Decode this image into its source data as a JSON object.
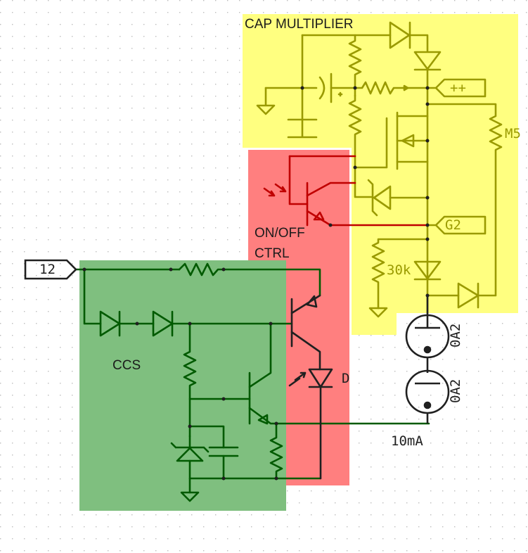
{
  "colors": {
    "background": "#ffffff",
    "grid_dot": "#bdbdbd",
    "cap_region": "#ffff80",
    "ctrl_region": "#ff7f7f",
    "ccs_region": "#7fbf7f",
    "wire_cap": "#9a9a00",
    "wire_ctrl": "#c00000",
    "wire_ccs": "#005a00",
    "wire_main": "#202020"
  },
  "regions": {
    "cap_multiplier": "CAP MULTIPLIER",
    "on_off_line1": "ON/OFF",
    "on_off_line2": "CTRL",
    "ccs": "CCS"
  },
  "ports": {
    "input": "12",
    "plus_plus": "++",
    "g2": "G2"
  },
  "component_labels": {
    "m5": "M5",
    "r30k": "30k",
    "diode_d": "D",
    "tube1": "0A2",
    "tube2": "0A2",
    "current": "10mA"
  }
}
